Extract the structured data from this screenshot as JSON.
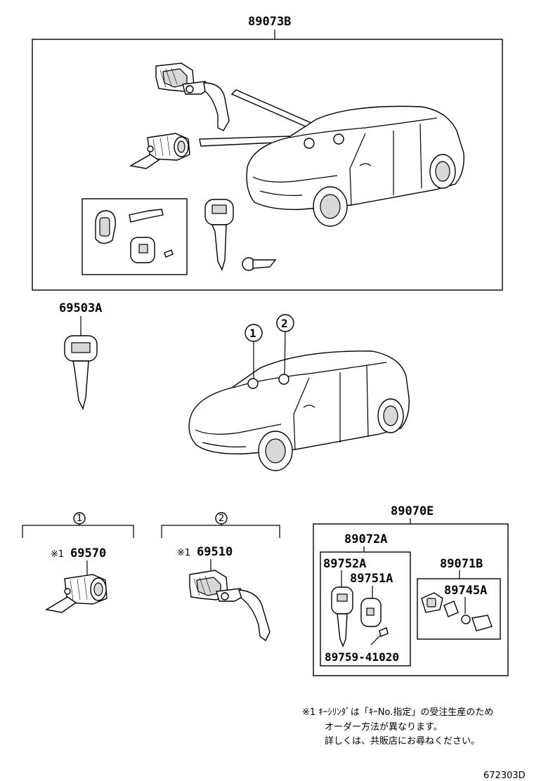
{
  "labels": {
    "kit_top": "89073B",
    "key_blank": "69503A",
    "marker1": "1",
    "marker2": "2",
    "group1_marker": "1",
    "group2_marker": "2",
    "cylinder_ignition": "69570",
    "cylinder_door": "69510",
    "note_prefix_ignition": "※1",
    "note_prefix_door": "※1",
    "kit_transmitter": "89070E",
    "sub_kit_key": "89072A",
    "key_transmitter": "89752A",
    "transmitter_housing": "89751A",
    "screw": "89759-41020",
    "sub_kit_case": "89071B",
    "battery_cover": "89745A"
  },
  "notes": {
    "line1": "※1  ｷｰｼﾘﾝﾀﾞは「ｷｰNo.指定」の受注生産のため",
    "line2": "オーダー方法が異なります。",
    "line3": "詳しくは、共販店にお尋ねください。"
  },
  "footer": {
    "code": "672303D"
  }
}
